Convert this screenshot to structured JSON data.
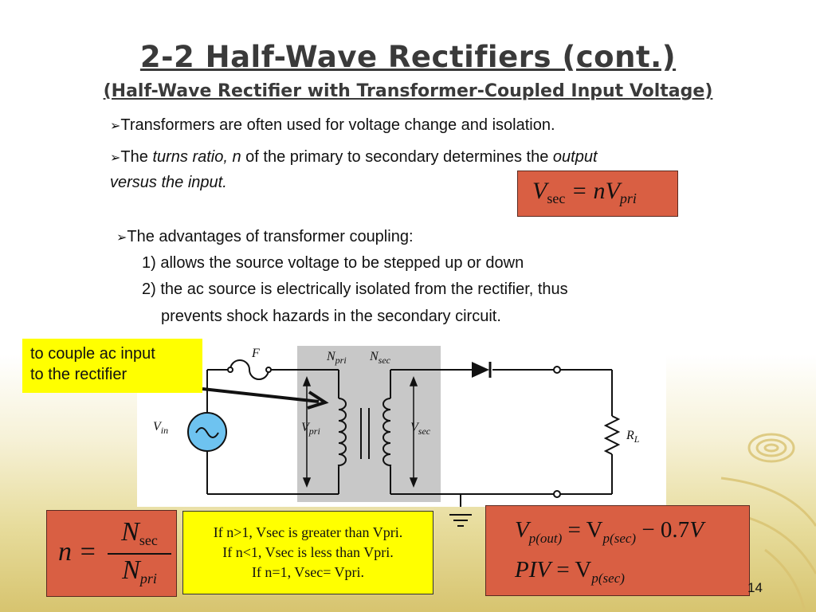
{
  "title": "2-2 Half-Wave Rectifiers (cont.)",
  "subtitle": "(Half-Wave Rectifier with Transformer-Coupled Input Voltage)",
  "bullet_marker": "➢",
  "bullets": {
    "b1": "Transformers are often used for voltage change and isolation.",
    "b2_a": "The ",
    "b2_em1": "turns ratio, n",
    "b2_b": " of the primary to secondary determines the ",
    "b2_em2": "output",
    "b2_em3": "versus the input.",
    "b3": "The advantages of transformer coupling:",
    "b4": "1) allows the source voltage to be stepped up or down",
    "b5": "2) the ac source is electrically isolated from the rectifier, thus",
    "b6": "prevents shock hazards in the secondary circuit."
  },
  "eq_vsec": {
    "v": "V",
    "sec": "sec",
    "eq": " = n",
    "v2": "V",
    "pri": "pri"
  },
  "note": {
    "line1": "to couple ac input",
    "line2": "to the rectifier"
  },
  "diagram": {
    "fuse": "F",
    "npri_n": "N",
    "npri_s": "pri",
    "nsec_n": "N",
    "nsec_s": "sec",
    "vin_v": "V",
    "vin_s": "in",
    "vpri_v": "V",
    "vpri_s": "pri",
    "vsec_v": "V",
    "vsec_s": "sec",
    "rl_r": "R",
    "rl_s": "L"
  },
  "eq_turns": {
    "n": "n =",
    "num": "N",
    "num_sub": "sec",
    "den": "N",
    "den_sub": "pri"
  },
  "conditions": [
    "If n>1, Vsec is greater than Vpri.",
    "If n<1, Vsec is less than Vpri.",
    "If n=1, Vsec= Vpri."
  ],
  "eq_out": {
    "r1_a": "V",
    "r1_s1": "p(out)",
    "r1_b": " = V",
    "r1_s2": "p(sec)",
    "r1_c": " − 0.7",
    "r1_d": "V",
    "r2_a": "PIV",
    "r2_b": " = V",
    "r2_s": "p(sec)"
  },
  "page_number": "14",
  "colors": {
    "accent_box": "#d95f43",
    "highlight": "#ffff00",
    "transformer_core": "#c8c8c8",
    "source": "#6ec3f0"
  }
}
